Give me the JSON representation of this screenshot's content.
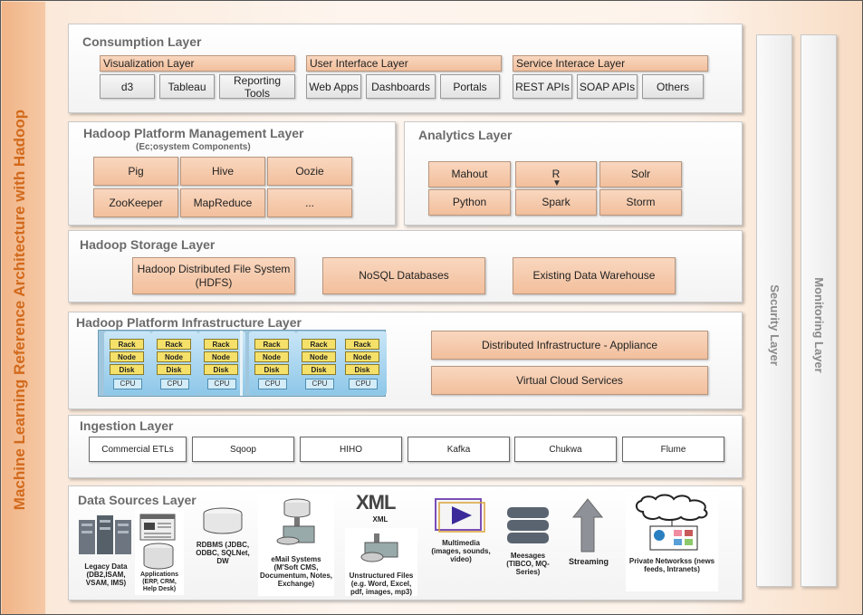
{
  "title": "Machine Learning Reference Architecture with Hadoop",
  "side_layers": {
    "security": "Security Layer",
    "monitoring": "Monitoring Layer"
  },
  "consumption": {
    "title": "Consumption Layer",
    "groups": [
      {
        "header": "Visualization Layer",
        "items": [
          "d3",
          "Tableau",
          "Reporting Tools"
        ]
      },
      {
        "header": "User Interface Layer",
        "items": [
          "Web Apps",
          "Dashboards",
          "Portals"
        ]
      },
      {
        "header": "Service Interace Layer",
        "items": [
          "REST APIs",
          "SOAP APIs",
          "Others"
        ]
      }
    ]
  },
  "management": {
    "title": "Hadoop Platform Management Layer",
    "subtitle": "(Ec;osystem Components)",
    "items": [
      "Pig",
      "Hive",
      "Oozie",
      "ZooKeeper",
      "MapReduce",
      "..."
    ]
  },
  "analytics": {
    "title": "Analytics Layer",
    "items": [
      "Mahout",
      "R",
      "Solr",
      "Python",
      "Spark",
      "Storm"
    ]
  },
  "storage": {
    "title": "Hadoop Storage Layer",
    "items": [
      "Hadoop Distributed File System (HDFS)",
      "NoSQL Databases",
      "Existing Data Warehouse"
    ]
  },
  "infrastructure": {
    "title": "Hadoop Platform Infrastructure Layer",
    "server_units": [
      "Rack",
      "Node",
      "Disk",
      "CPU"
    ],
    "items": [
      "Distributed Infrastructure - Appliance",
      "Virtual Cloud Services"
    ]
  },
  "ingestion": {
    "title": "Ingestion Layer",
    "items": [
      "Commercial ETLs",
      "Sqoop",
      "HIHO",
      "Kafka",
      "Chukwa",
      "Flume"
    ]
  },
  "datasources": {
    "title": "Data Sources Layer",
    "items": [
      "Legacy Data (DB2,ISAM, VSAM, IMS)",
      "Applications (ERP, CRM, Help Desk)",
      "RDBMS (JDBC, ODBC, SQLNet, DW",
      "eMail Systems (M'Soft CMS, Documentum, Notes, Exchange)",
      "XML",
      "Unstructured Files (e.g. Word, Excel, pdf, images, mp3)",
      "Multimedia (images, sounds, video)",
      "Meesages (TIBCO, MQ-Series)",
      "Streaming",
      "Private Networkss (news feeds, Intranets)"
    ],
    "xml_logo": "XML"
  }
}
